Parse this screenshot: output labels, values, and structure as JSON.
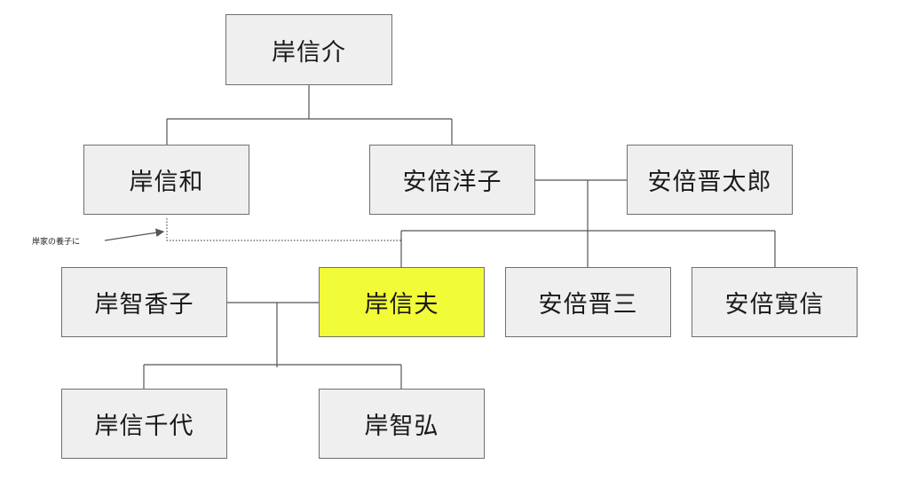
{
  "colors": {
    "box_fill": "#efefef",
    "box_border": "#6f6f6f",
    "highlight_fill": "#f2fb37",
    "line": "#555555"
  },
  "people": {
    "kishi_nobusuke": "岸信介",
    "kishi_nobukazu": "岸信和",
    "abe_yoko": "安倍洋子",
    "abe_shintaro": "安倍晋太郎",
    "kishi_chikako": "岸智香子",
    "kishi_nobuo": "岸信夫",
    "abe_shinzo": "安倍晋三",
    "abe_hironobu": "安倍寛信",
    "kishi_nobuchiyo": "岸信千代",
    "kishi_tomohiro": "岸智弘"
  },
  "annotation": {
    "adoption_note": "岸家の養子に"
  }
}
